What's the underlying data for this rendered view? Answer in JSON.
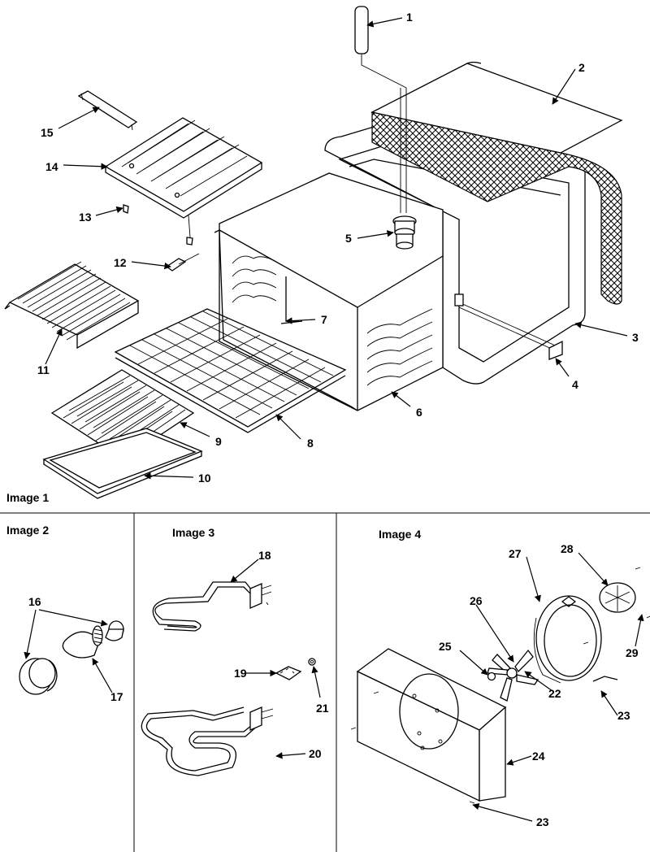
{
  "sections": [
    {
      "id": "image-1",
      "title": "Image 1"
    },
    {
      "id": "image-2",
      "title": "Image 2"
    },
    {
      "id": "image-3",
      "title": "Image 3"
    },
    {
      "id": "image-4",
      "title": "Image 4"
    }
  ],
  "callouts": [
    "1",
    "2",
    "3",
    "4",
    "5",
    "6",
    "7",
    "8",
    "9",
    "10",
    "11",
    "12",
    "13",
    "14",
    "15",
    "16",
    "17",
    "18",
    "19",
    "20",
    "21",
    "22",
    "23",
    "23",
    "24",
    "25",
    "26",
    "27",
    "28",
    "29"
  ]
}
